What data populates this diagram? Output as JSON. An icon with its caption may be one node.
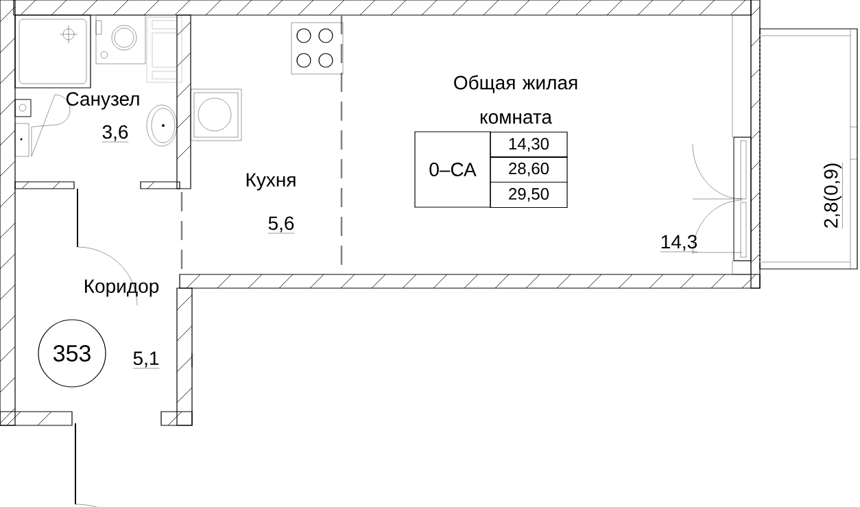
{
  "diagram": {
    "nodes": [
      {
        "text": [
          "353"
        ]
      }
    ],
    "labels": [
      "Санузел",
      "3,6",
      "Кухня",
      "5,6",
      "Общая жилая комната",
      "0–СА",
      "14,30",
      "28,60",
      "29,50",
      "14,3",
      "Коридор",
      "5,1",
      "2,8(0,9)"
    ]
  }
}
